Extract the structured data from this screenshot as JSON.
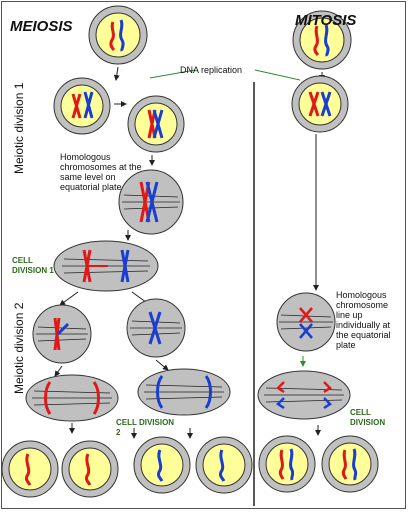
{
  "titles": {
    "left": "MEIOSIS",
    "right": "MITOSIS"
  },
  "labels": {
    "dna_replication": "DNA replication",
    "meiotic_division_1": "Meiotic division 1",
    "meiotic_division_2": "Meiotic division 2",
    "homologous_equatorial": "Homologous chromosomes at the same level on equatorial plate",
    "homologous_individual": "Homologous chromosome line up individually at the equatorial plate",
    "cell_division_1": "CELL DIVISION 1",
    "cell_division_2": "CELL DIVISION 2",
    "cell_division": "CELL DIVISION"
  },
  "colors": {
    "cell_fill": "#c0c0c0",
    "nucleus_fill": "#ffff99",
    "maternal": "#e01818",
    "paternal": "#1a3fd0",
    "label_green": "#2d6a1e",
    "arrow_green": "#2e8b2e"
  }
}
